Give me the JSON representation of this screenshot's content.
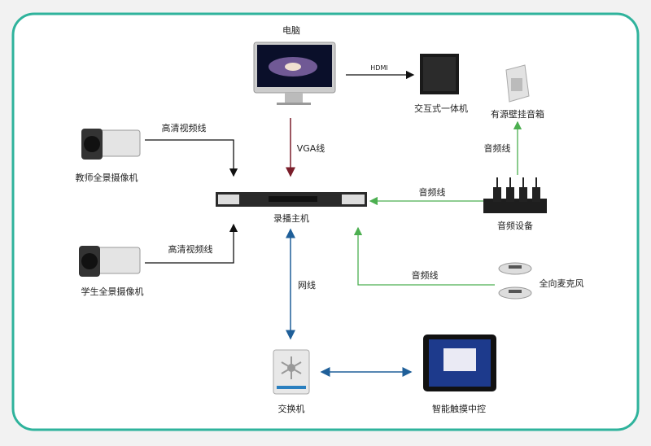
{
  "labels": {
    "computer": "电脑",
    "hdmi": "HDMI",
    "interactive_display": "交互式一体机",
    "speaker": "有源壁挂音箱",
    "teacher_video_line": "高清视频线",
    "teacher_camera": "教师全景摄像机",
    "vga": "VGA线",
    "audio_line_speaker": "音频线",
    "audio_line_device": "音频线",
    "recorder": "录播主机",
    "audio_device": "音频设备",
    "student_video_line": "高清视频线",
    "student_camera": "学生全景摄像机",
    "network_line": "网线",
    "audio_line_mic": "音频线",
    "microphone": "全向麦克风",
    "switch": "交换机",
    "touch_control": "智能触摸中控"
  },
  "colors": {
    "frame": "#2fb39c",
    "video": "#111111",
    "vga": "#7a1d2a",
    "audio": "#4caf50",
    "network": "#1f5f99"
  }
}
